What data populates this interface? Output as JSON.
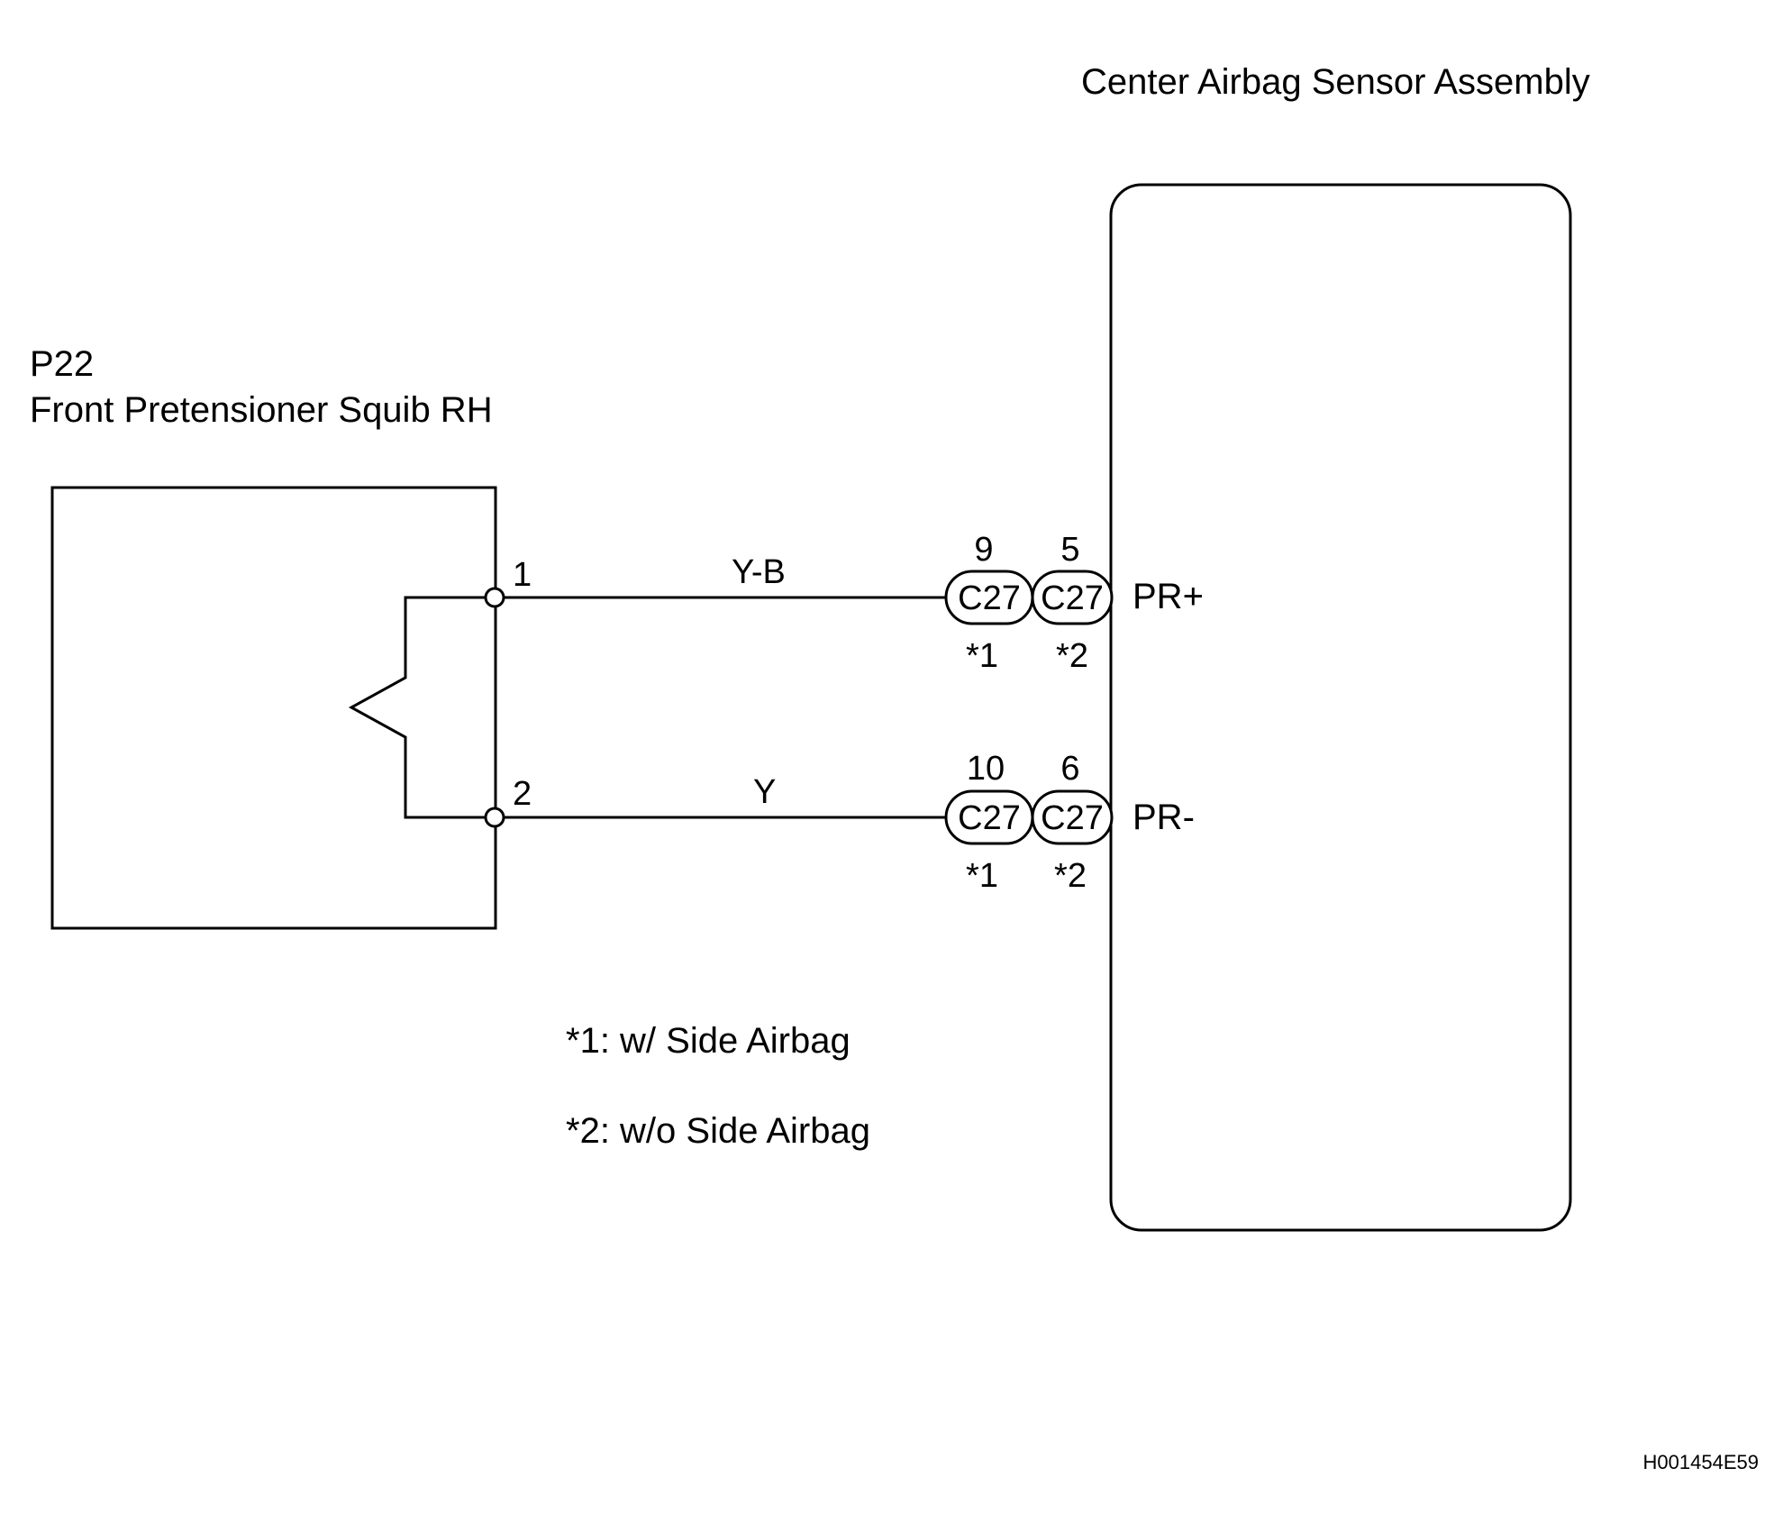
{
  "sensor": {
    "title": "Center Airbag Sensor Assembly",
    "terminals": {
      "plus": "PR+",
      "minus": "PR-"
    }
  },
  "squib": {
    "code": "P22",
    "name": "Front Pretensioner Squib RH",
    "pins": {
      "one": "1",
      "two": "2"
    }
  },
  "wires": {
    "top": "Y-B",
    "bottom": "Y"
  },
  "connectors": {
    "top_a": {
      "pin": "9",
      "code": "C27",
      "variant": "*1"
    },
    "top_b": {
      "pin": "5",
      "code": "C27",
      "variant": "*2"
    },
    "bottom_a": {
      "pin": "10",
      "code": "C27",
      "variant": "*1"
    },
    "bottom_b": {
      "pin": "6",
      "code": "C27",
      "variant": "*2"
    }
  },
  "notes": {
    "note1": "*1: w/ Side Airbag",
    "note2": "*2: w/o Side Airbag"
  },
  "figure_code": "H001454E59"
}
